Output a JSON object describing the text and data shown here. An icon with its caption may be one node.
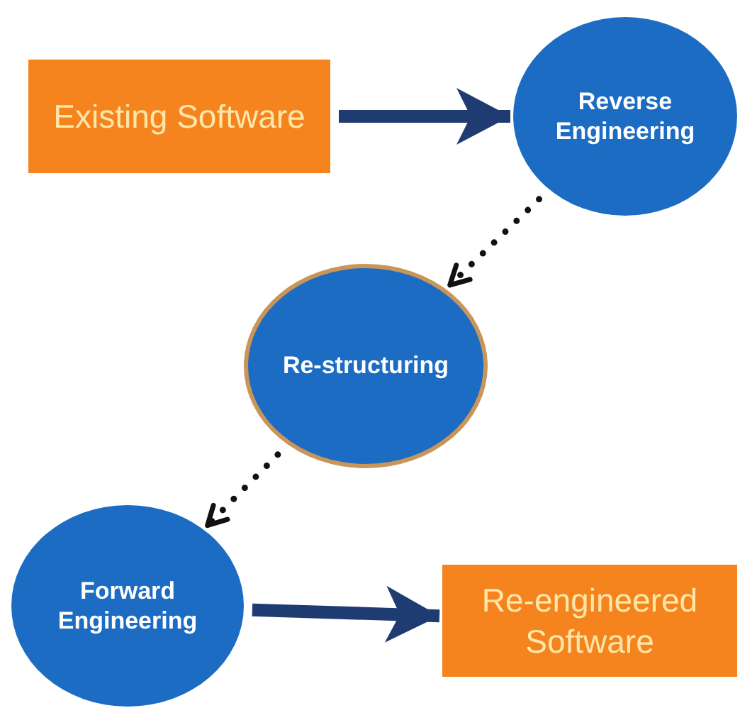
{
  "diagram": {
    "nodes": [
      {
        "text": [
          "Existing Software"
        ]
      },
      {
        "text": [
          "Reverse Engineering"
        ]
      },
      {
        "text": [
          "Re-structuring"
        ]
      },
      {
        "text": [
          "Forward Engineering"
        ]
      },
      {
        "text": [
          "Re-engineered Software"
        ]
      }
    ],
    "edges": [
      {
        "from": 0,
        "to": 1,
        "arrow": "to",
        "style": "thick"
      },
      {
        "from": 1,
        "to": 2,
        "arrow": "to",
        "style": "dashed",
        "color": "#111111"
      },
      {
        "from": 2,
        "to": 3,
        "arrow": "to",
        "style": "dashed",
        "color": "#111111"
      },
      {
        "from": 3,
        "to": 4,
        "arrow": "to",
        "style": "thick"
      }
    ]
  }
}
